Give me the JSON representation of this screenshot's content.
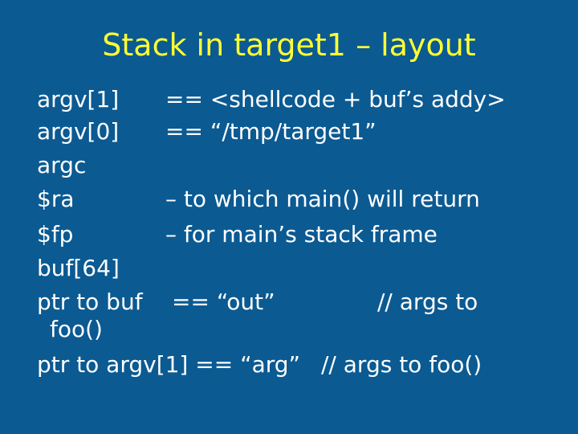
{
  "slide": {
    "title": "Stack in target1 – layout",
    "rows": [
      {
        "left": "argv[1]",
        "right": "== <shellcode + buf’s addy>"
      },
      {
        "left": "argv[0]",
        "right": "== “/tmp/target1”"
      },
      {
        "left": "argc",
        "right": ""
      },
      {
        "left": "$ra",
        "right": "– to which main() will return"
      },
      {
        "left": "$fp",
        "right": "– for main’s stack frame"
      },
      {
        "left": "buf[64]",
        "right": ""
      }
    ],
    "ptr_buf": {
      "left": "ptr to buf",
      "value": "== “out”",
      "comment": "// args to",
      "wrap": "foo()"
    },
    "ptr_argv": {
      "text": "ptr to argv[1] == “arg”",
      "comment": "// args to foo()"
    }
  },
  "colors": {
    "background": "#0b5a92",
    "title": "#ffff33",
    "text": "#ffffff"
  }
}
